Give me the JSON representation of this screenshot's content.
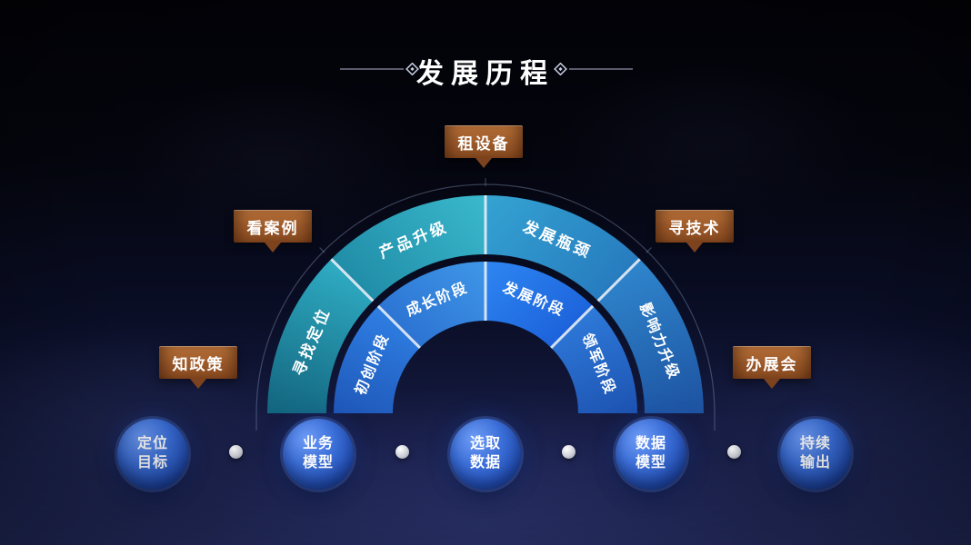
{
  "title": {
    "text": "发展历程"
  },
  "arch": {
    "outer_segments": [
      {
        "label": "寻找定位"
      },
      {
        "label": "产品升级"
      },
      {
        "label": "发展瓶颈"
      },
      {
        "label": "影响力升级"
      }
    ],
    "inner_segments": [
      {
        "label": "初创阶段"
      },
      {
        "label": "成长阶段"
      },
      {
        "label": "发展阶段"
      },
      {
        "label": "领军阶段"
      }
    ]
  },
  "callouts": [
    {
      "label": "知政策"
    },
    {
      "label": "看案例"
    },
    {
      "label": "租设备"
    },
    {
      "label": "寻技术"
    },
    {
      "label": "办展会"
    }
  ],
  "timeline_nodes": [
    {
      "line1": "定位",
      "line2": "目标"
    },
    {
      "line1": "业务",
      "line2": "模型"
    },
    {
      "line1": "选取",
      "line2": "数据"
    },
    {
      "line1": "数据",
      "line2": "模型"
    },
    {
      "line1": "持续",
      "line2": "输出"
    }
  ],
  "colors": {
    "background_top": "#020207",
    "background_bottom": "#242c60",
    "callout_bronze": "#a15d2c",
    "node_blue": "#3b6fd9",
    "outer_ring_teal": "#2fadc4",
    "outer_ring_blue": "#2f86cd",
    "inner_ring_blue": "#2e86f2",
    "divider_white": "#e8eef8"
  }
}
